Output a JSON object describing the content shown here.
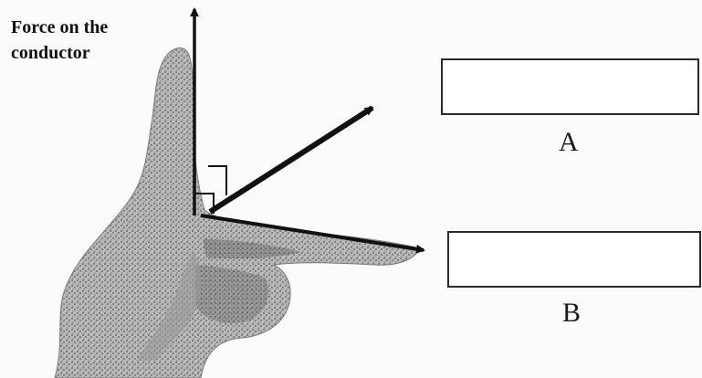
{
  "diagram": {
    "force_label_line1": "Force on the",
    "force_label_line2": "conductor",
    "box_a_letter": "A",
    "box_b_letter": "B"
  },
  "colors": {
    "arrow": "#111111",
    "hand": "#8a8a8a",
    "box_border": "#2a2a2a"
  },
  "icons": {
    "hand": "left-hand-illustration"
  }
}
